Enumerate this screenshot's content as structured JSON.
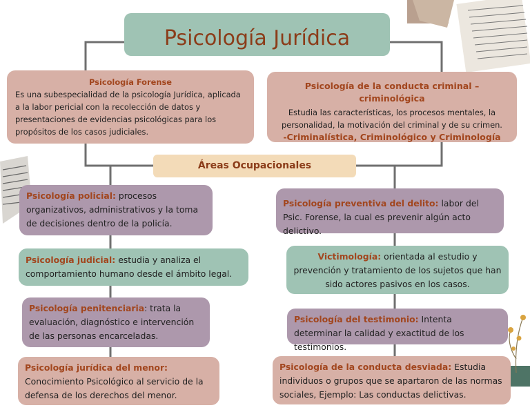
{
  "title": "Psicología Jurídica",
  "forense": {
    "label": "Psicología Forense",
    "text": "Es una subespecialidad de la psicología Jurídica, aplicada a la labor pericial con la recolección de datos y presentaciones de evidencias psicológicas para los propósitos de los casos judiciales."
  },
  "criminal": {
    "label": "Psicología de la conducta criminal – criminológica",
    "text": "Estudia las características, los procesos mentales, la personalidad, la motivación del criminal y de su crimen.",
    "extra": "-Criminalística, Criminológico y Criminología"
  },
  "areas": "Áreas Ocupacionales",
  "left": {
    "policial": {
      "label": "Psicología policial:",
      "text": " procesos organizativos, administrativos y la toma de decisiones dentro de la policía."
    },
    "judicial": {
      "label": "Psicología judicial:",
      "text": " estudia y analiza el comportamiento humano desde el ámbito legal."
    },
    "penitenciaria": {
      "label": "Psicología penitenciaria",
      "text": ": trata la evaluación, diagnóstico e intervención de las personas encarceladas."
    },
    "menor": {
      "label": "Psicología jurídica del menor:",
      "text": "Conocimiento Psicológico al servicio de la defensa de los derechos del menor."
    }
  },
  "right": {
    "preventiva": {
      "label": "Psicología preventiva del delito:",
      "text": "  labor del Psic. Forense, la cual es prevenir algún acto delictivo."
    },
    "victimologia": {
      "label": "Victimología:",
      "text": " orientada al estudio y prevención y tratamiento de los sujetos que han sido actores pasivos en los casos."
    },
    "testimonio": {
      "label": "Psicología del testimonio:",
      "text": " Intenta determinar la calidad y exactitud de los testimonios."
    },
    "desviada": {
      "label": "Psicología de la conducta desviada:",
      "text": " Estudia individuos o grupos que se apartaron de las normas sociales, Ejemplo: Las conductas delictivas."
    }
  },
  "colors": {
    "teal": "#9fc3b4",
    "pink": "#d7b0a6",
    "mauve": "#ad98ac",
    "sand": "#f3dbb8",
    "label": "#a2461e",
    "line": "#6f6f6f"
  }
}
